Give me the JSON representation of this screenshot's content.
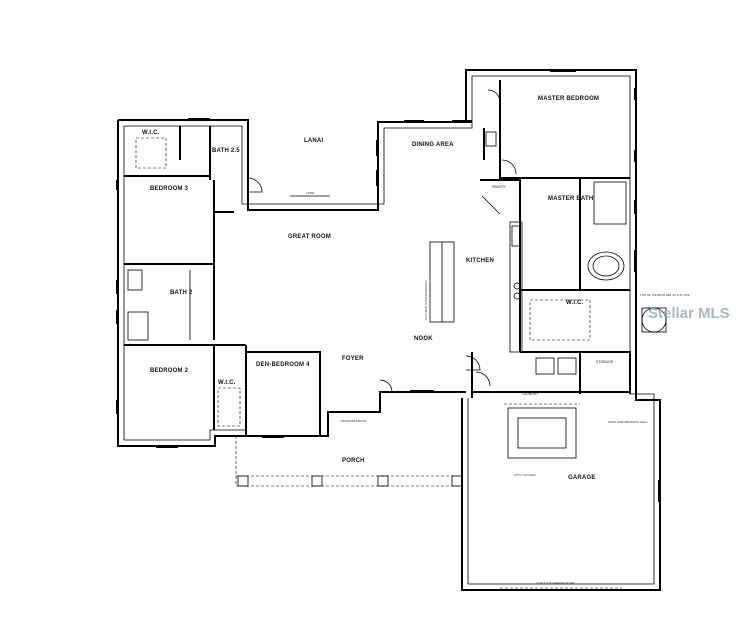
{
  "rooms": {
    "wic_top": "W.I.C.",
    "bath_25": "BATH 2.5",
    "lanai": "LANAI",
    "dining": "DINING AREA",
    "master_bedroom": "MASTER BEDROOM",
    "master_bath": "MASTER BATH",
    "bedroom3": "BEDROOM 3",
    "great_room": "GREAT ROOM",
    "kitchen": "KITCHEN",
    "bath2": "BATH 2",
    "wic_master": "W.I.C.",
    "nook": "NOOK",
    "foyer": "FOYER",
    "den": "DEN-BEDROOM 4",
    "bedroom2": "BEDROOM 2",
    "wic_bed2": "W.I.C.",
    "storage": "STORAGE",
    "laundry": "LAUNDRY",
    "porch": "PORCH",
    "garage": "GARAGE",
    "pantry": "PANTRY"
  },
  "notes": {
    "lanai_dim": "12050",
    "garage_door": "16'W X 8'H GARAGE DOOR",
    "attic_access": "ATTIC ACCESS",
    "bar_note": "FLAT BAR OVER BASEWALL",
    "window_note": "TOP OF WINDOW SET AT 6'-8\" OFF",
    "insulated_wall": "INSULATED BEARING WALL",
    "transom": "TRANSOM ABOVE"
  },
  "watermark": "Stellar MLS"
}
